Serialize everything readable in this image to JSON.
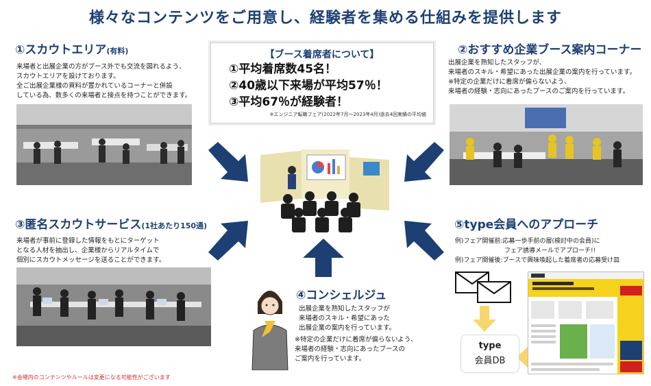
{
  "header": {
    "title": "様々なコンテンツをご用意し、経験者を集める仕組みを提供します"
  },
  "sections": {
    "scout": {
      "title": "①スカウトエリア",
      "note": "(有料)",
      "body": "来場者と出展企業の方がブース外でも交流を図れるよう、\nスカウトエリアを設けております。\n全ご出展企業様の資料が置かれているコーナーと併設\nしている為、数多くの来場者と接点を持つことができます。"
    },
    "recommend": {
      "title": "②おすすめ企業ブース案内コーナー",
      "body": "出展企業を熟知したスタッフが、\n来場者のスキル・希望にあった出展企業の案内を行っています。\n※特定の企業だけに着席が偏らないよう、\n来場者の経験・志向にあったブースのご案内を行っています。"
    },
    "anonymous": {
      "title": "③匿名スカウトサービス",
      "note": "(1社あたり150通)",
      "body": "来場者が事前に登録した情報をもとにターゲット\nとなる人材を抽出し、企業様からリアルタイムで\n個別にスカウトメッセージを送ることができます。"
    },
    "concierge": {
      "title": "④コンシェルジュ",
      "body": "出展企業を熟知したスタッフが\n来場者のスキル・希望にあった\n出展企業の案内を行っています。",
      "note": "※特定の企業だけに着席が偏らないよう、\n来場者の経験・志向にあったブースの\nご案内を行っています。"
    },
    "type_member": {
      "title": "⑤type会員へのアプローチ",
      "body": "例)フェア開催前:応募一歩手前の層(検討中の会員)に\n　　　　　　　　フェア誘導メールでアプローチ!!\n例)フェア開催後:ブースで興味喚起した着席者の応募受け皿"
    }
  },
  "callout": {
    "title": "【ブース着席者について】",
    "lines": [
      "①平均着席数45名！",
      "②40歳以下来場が平均57％！",
      "③平均67％が経験者！"
    ],
    "footnote": "※エンジニア転職フェア(2022年7月～2023年4月)過去4回実績の平均値"
  },
  "db_box": {
    "line1": "type",
    "line2": "会員DB"
  },
  "footer": {
    "note": "※会場内のコンテンツやルールは変更になる可能性がございます"
  },
  "colors": {
    "title": "#1d3f73",
    "arrow": "#1d3f73",
    "yellow_arrow": "#f5d76e",
    "footnote": "#d03030"
  }
}
